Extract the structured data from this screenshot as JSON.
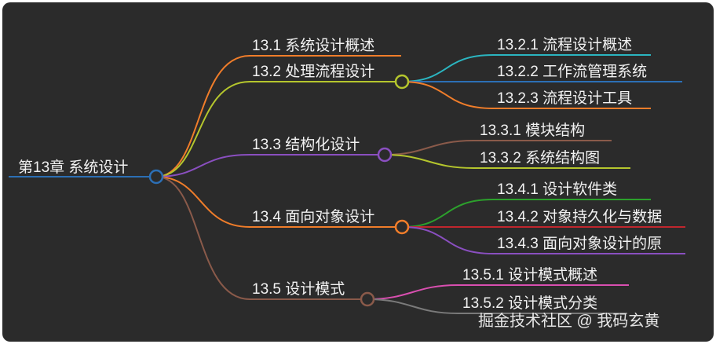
{
  "mindmap": {
    "root": "第13章 系统设计",
    "branches": [
      {
        "label": "13.1 系统设计概述",
        "color": "#f07d2a",
        "children": []
      },
      {
        "label": "13.2 处理流程设计",
        "color": "#b5c62d",
        "children": [
          {
            "label": "13.2.1 流程设计概述",
            "color": "#2bb5c0"
          },
          {
            "label": "13.2.2 工作流管理系统",
            "color": "#2c6fb5"
          },
          {
            "label": "13.2.3 流程设计工具",
            "color": "#f07d2a"
          }
        ]
      },
      {
        "label": "13.3 结构化设计",
        "color": "#8a4fc0",
        "children": [
          {
            "label": "13.3.1 模块结构",
            "color": "#8a5a4a"
          },
          {
            "label": "13.3.2 系统结构图",
            "color": "#b5c62d"
          }
        ]
      },
      {
        "label": "13.4 面向对象设计",
        "color": "#f07d2a",
        "children": [
          {
            "label": "13.4.1 设计软件类",
            "color": "#2ca02c"
          },
          {
            "label": "13.4.2 对象持久化与数据",
            "color": "#c0262d"
          },
          {
            "label": "13.4.3 面向对象设计的原",
            "color": "#8a4fc0"
          }
        ]
      },
      {
        "label": "13.5 设计模式",
        "color": "#8a5a4a",
        "children": [
          {
            "label": "13.5.1 设计模式概述",
            "color": "#d94fb0"
          },
          {
            "label": "13.5.2 设计模式分类",
            "color": "#7a7a7a"
          }
        ]
      }
    ]
  },
  "colors": {
    "root_line": "#2c6fb5",
    "background": "#2b2b2b"
  },
  "watermark": "掘金技术社区 @ 我码玄黄"
}
